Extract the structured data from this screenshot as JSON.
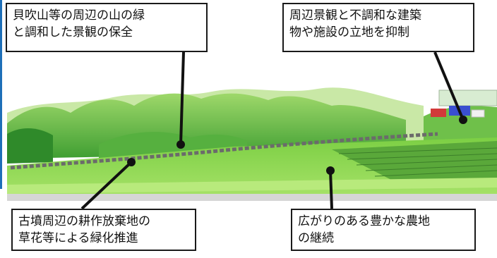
{
  "callouts": {
    "top_left": {
      "line1": "貝吹山等の周辺の山の緑",
      "line2": "と調和した景観の保全"
    },
    "top_right": {
      "line1": "周辺景観と不調和な建築",
      "line2": "物や施設の立地を抑制"
    },
    "bottom_left": {
      "line1": "古墳周辺の耕作放棄地の",
      "line2": "草花等による緑化推進"
    },
    "bottom_right": {
      "line1": "広がりのある豊かな農地",
      "line2": "の継続"
    }
  },
  "colors": {
    "accent_rule": "#1e6fb8",
    "leader": "#111111",
    "field_green": "#8cd84a",
    "hill_green": "#3f9e32",
    "road": "#6b6b6b"
  }
}
